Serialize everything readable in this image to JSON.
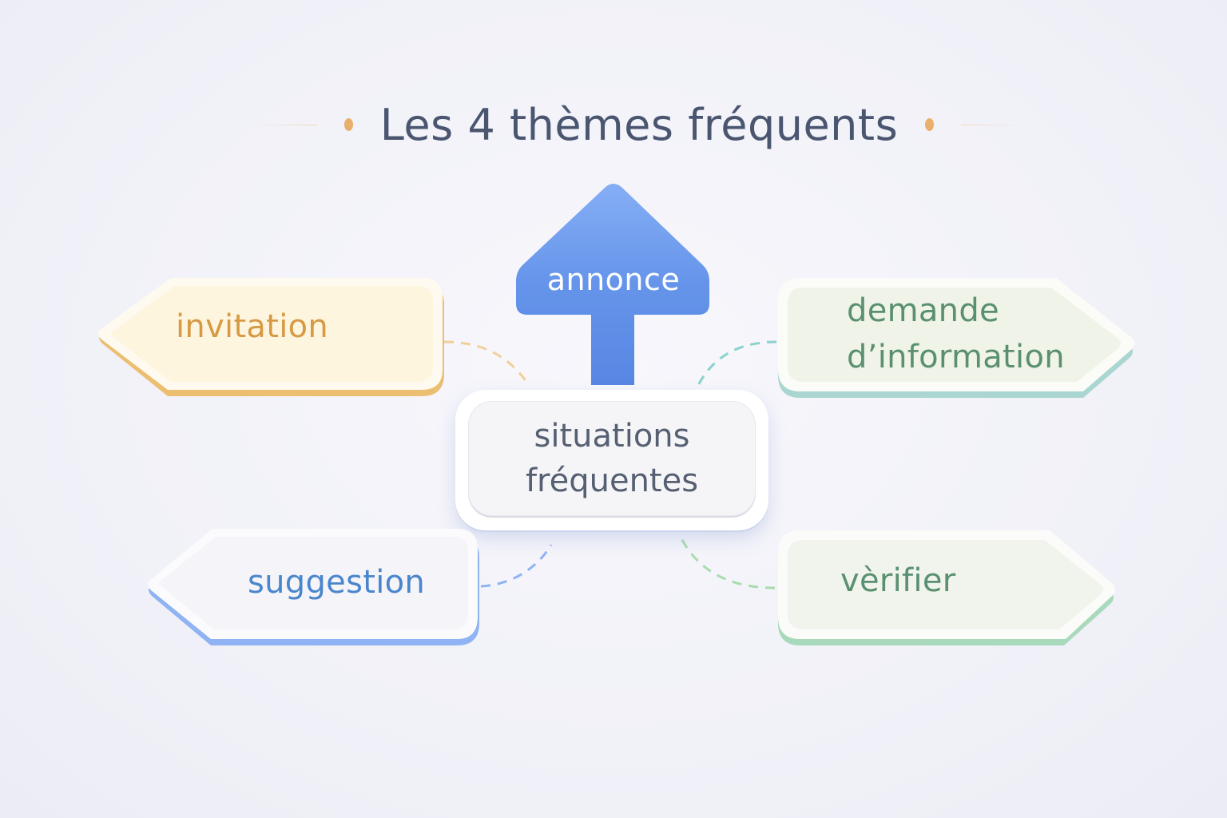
{
  "title": {
    "text": "Les 4 thèmes fréquents",
    "dot_color": "#e8b06b"
  },
  "center": {
    "line1": "situations",
    "line2": "fréquentes",
    "text_color": "#566072"
  },
  "arrow": {
    "label": "annonce",
    "color": "#5b8de6"
  },
  "themes": [
    {
      "label": "invitation",
      "position": "top-left",
      "text_color": "#d69a45",
      "fill": "#fef6e2",
      "edge": "#ebbe72"
    },
    {
      "label": "demande\nd’information",
      "line1": "demande",
      "line2": "d’information",
      "position": "top-right",
      "text_color": "#5a9070",
      "fill": "#f0f4ea",
      "edge": "#8fc9bf"
    },
    {
      "label": "suggestion",
      "position": "bottom-left",
      "text_color": "#4a86cc",
      "fill": "#f7f7fb",
      "edge": "#8fb3f3"
    },
    {
      "label": "vèrifier",
      "position": "bottom-right",
      "text_color": "#5a9070",
      "fill": "#f1f5ee",
      "edge": "#9fd0b4"
    }
  ]
}
